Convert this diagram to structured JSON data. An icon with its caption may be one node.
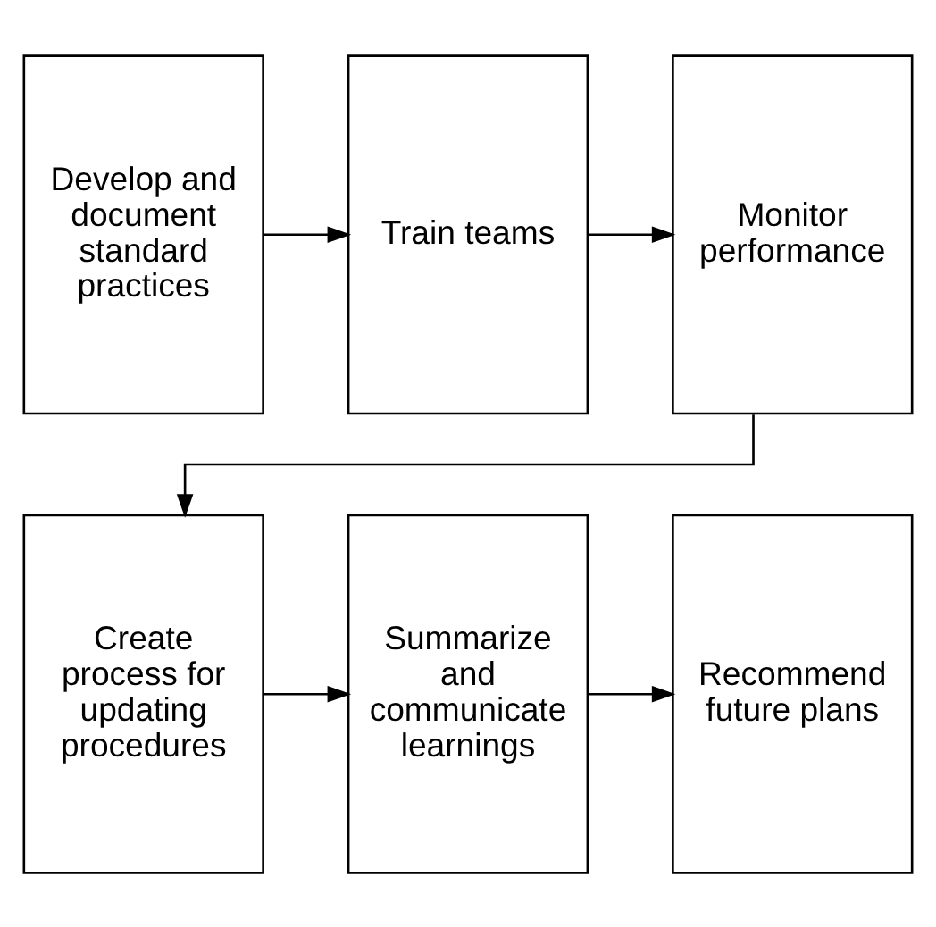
{
  "diagram": {
    "nodes": [
      {
        "text": [
          "Develop and document standard practices"
        ]
      },
      {
        "text": [
          "Train teams"
        ]
      },
      {
        "text": [
          "Monitor performance"
        ]
      },
      {
        "text": [
          "Create process for updating procedures"
        ]
      },
      {
        "text": [
          "Summarize and communicate learnings"
        ]
      },
      {
        "text": [
          "Recommend future plans"
        ]
      }
    ],
    "edges": [
      {
        "from": 0,
        "to": 1,
        "arrow": "to"
      },
      {
        "from": 1,
        "to": 2,
        "arrow": "to"
      },
      {
        "from": 2,
        "to": 3,
        "arrow": "to"
      },
      {
        "from": 3,
        "to": 4,
        "arrow": "to"
      },
      {
        "from": 4,
        "to": 5,
        "arrow": "to"
      }
    ]
  }
}
